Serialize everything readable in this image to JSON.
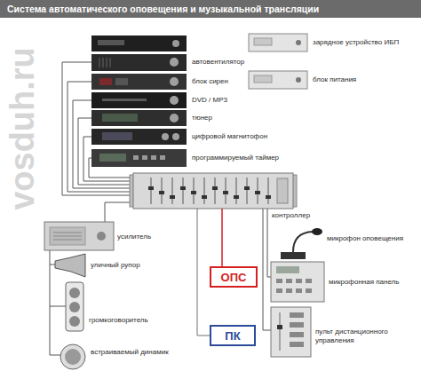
{
  "diagram": {
    "title": "Система автоматического оповещения и музыкальной трансляции",
    "nodes": [
      {
        "text": [
          "контроллер"
        ]
      },
      {
        "text": [
          "ОПС"
        ]
      },
      {
        "text": [
          "ПК"
        ]
      }
    ],
    "edges": [
      {
        "from": 0,
        "to": 1,
        "arrow": "none"
      },
      {
        "from": 0,
        "to": 2,
        "arrow": "none"
      }
    ],
    "labels": [
      "автовентилятор",
      "блок сирен",
      "DVD / MP3",
      "тюнер",
      "цифровой магнитофон",
      "программируемый таймер",
      "зарядное устройство ИБП",
      "блок питания",
      "усилитель",
      "уличный рупор",
      "громкоговоритель",
      "встраиваемый динамик",
      "микрофон оповещения",
      "микрофонная панель",
      "пульт дистанционного управления",
      "vosduh.ru"
    ]
  }
}
